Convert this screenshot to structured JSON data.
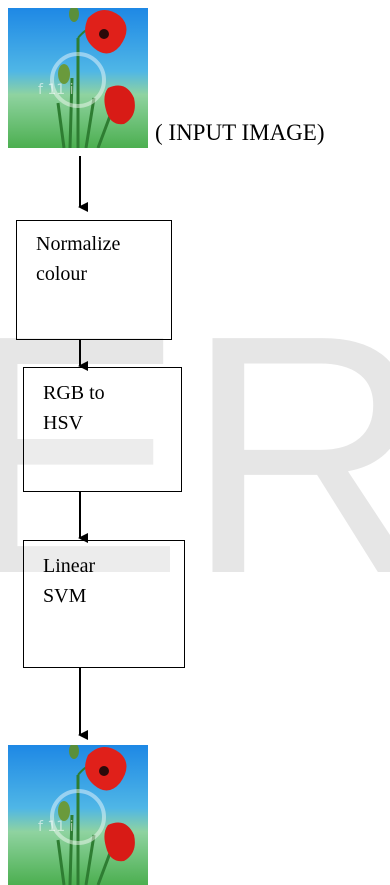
{
  "input": {
    "caption": "( INPUT IMAGE)",
    "image_icon": "poppy-flower-image"
  },
  "steps": [
    {
      "line1": "Normalize",
      "line2": "colour"
    },
    {
      "line1": "RGB to",
      "line2": "HSV"
    },
    {
      "line1": "Linear",
      "line2": "SVM"
    }
  ],
  "output": {
    "image_icon": "poppy-flower-image"
  },
  "watermark": {
    "text": "ER"
  },
  "colors": {
    "sky": "#1e88e5",
    "grass": "#4caf50",
    "petal": "#e0201a",
    "watermark": "#e6e6e6",
    "stroke": "#000000"
  }
}
